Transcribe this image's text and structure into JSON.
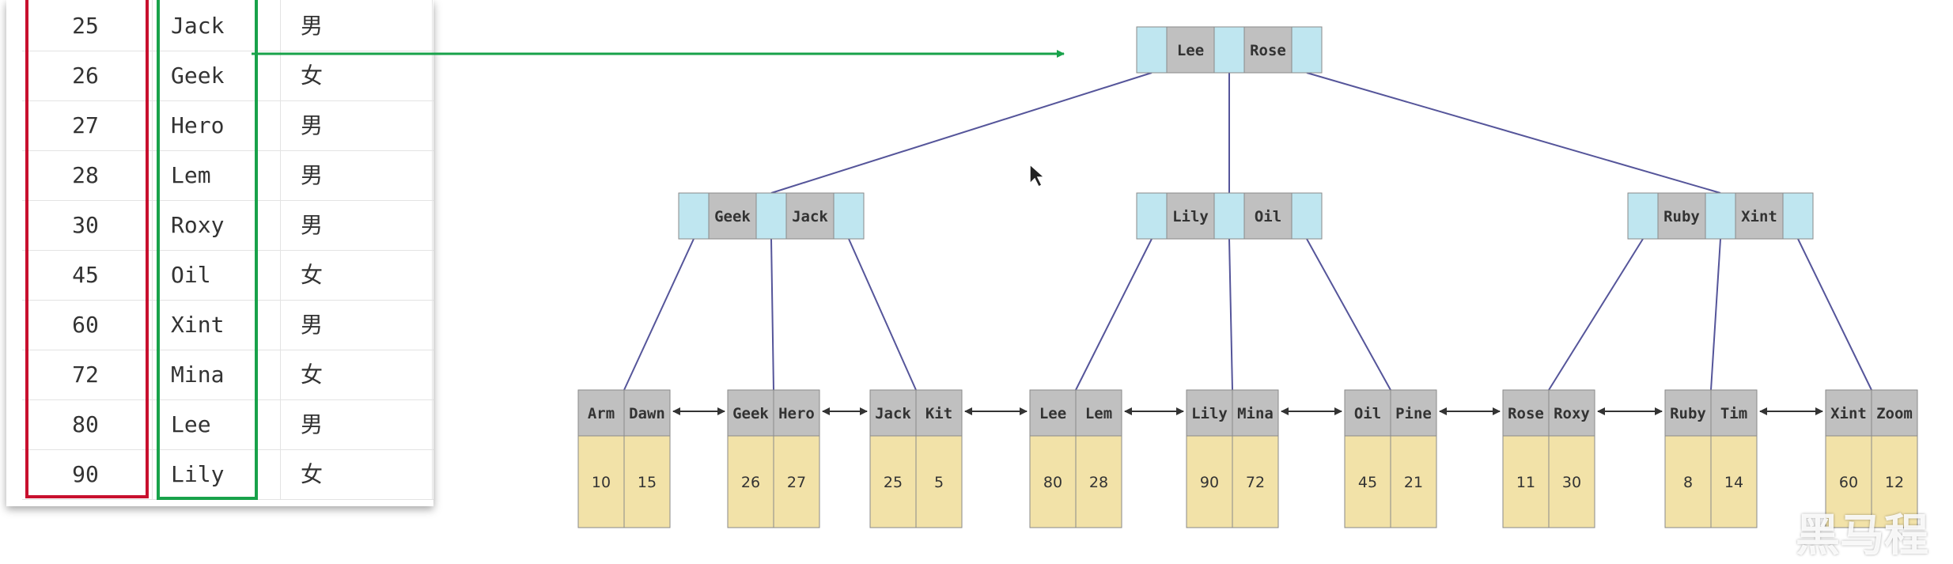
{
  "table": {
    "rows": [
      {
        "id": "25",
        "name": "Jack",
        "gender": "男"
      },
      {
        "id": "26",
        "name": "Geek",
        "gender": "女"
      },
      {
        "id": "27",
        "name": "Hero",
        "gender": "男"
      },
      {
        "id": "28",
        "name": "Lem",
        "gender": "男"
      },
      {
        "id": "30",
        "name": "Roxy",
        "gender": "男"
      },
      {
        "id": "45",
        "name": "Oil",
        "gender": "女"
      },
      {
        "id": "60",
        "name": "Xint",
        "gender": "男"
      },
      {
        "id": "72",
        "name": "Mina",
        "gender": "女"
      },
      {
        "id": "80",
        "name": "Lee",
        "gender": "男"
      },
      {
        "id": "90",
        "name": "Lily",
        "gender": "女"
      }
    ]
  },
  "tree": {
    "root": {
      "keys": [
        "Lee",
        "Rose"
      ]
    },
    "internal": [
      {
        "keys": [
          "Geek",
          "Jack"
        ]
      },
      {
        "keys": [
          "Lily",
          "Oil"
        ]
      },
      {
        "keys": [
          "Ruby",
          "Xint"
        ]
      }
    ],
    "leaves": [
      {
        "keys": [
          "Arm",
          "Dawn"
        ],
        "values": [
          "10",
          "15"
        ]
      },
      {
        "keys": [
          "Geek",
          "Hero"
        ],
        "values": [
          "26",
          "27"
        ]
      },
      {
        "keys": [
          "Jack",
          "Kit"
        ],
        "values": [
          "25",
          "5"
        ]
      },
      {
        "keys": [
          "Lee",
          "Lem"
        ],
        "values": [
          "80",
          "28"
        ]
      },
      {
        "keys": [
          "Lily",
          "Mina"
        ],
        "values": [
          "90",
          "72"
        ]
      },
      {
        "keys": [
          "Oil",
          "Pine"
        ],
        "values": [
          "45",
          "21"
        ]
      },
      {
        "keys": [
          "Rose",
          "Roxy"
        ],
        "values": [
          "11",
          "30"
        ]
      },
      {
        "keys": [
          "Ruby",
          "Tim"
        ],
        "values": [
          "8",
          "14"
        ]
      },
      {
        "keys": [
          "Xint",
          "Zoom"
        ],
        "values": [
          "60",
          "12"
        ]
      }
    ]
  },
  "colors": {
    "pointer": "#bfe6f0",
    "key": "#c0c0c0",
    "value": "#f2e2a8",
    "edge": "#55559a",
    "red_box": "#c8102e",
    "green_arrow": "#18a24a"
  },
  "watermark": "黑马程"
}
